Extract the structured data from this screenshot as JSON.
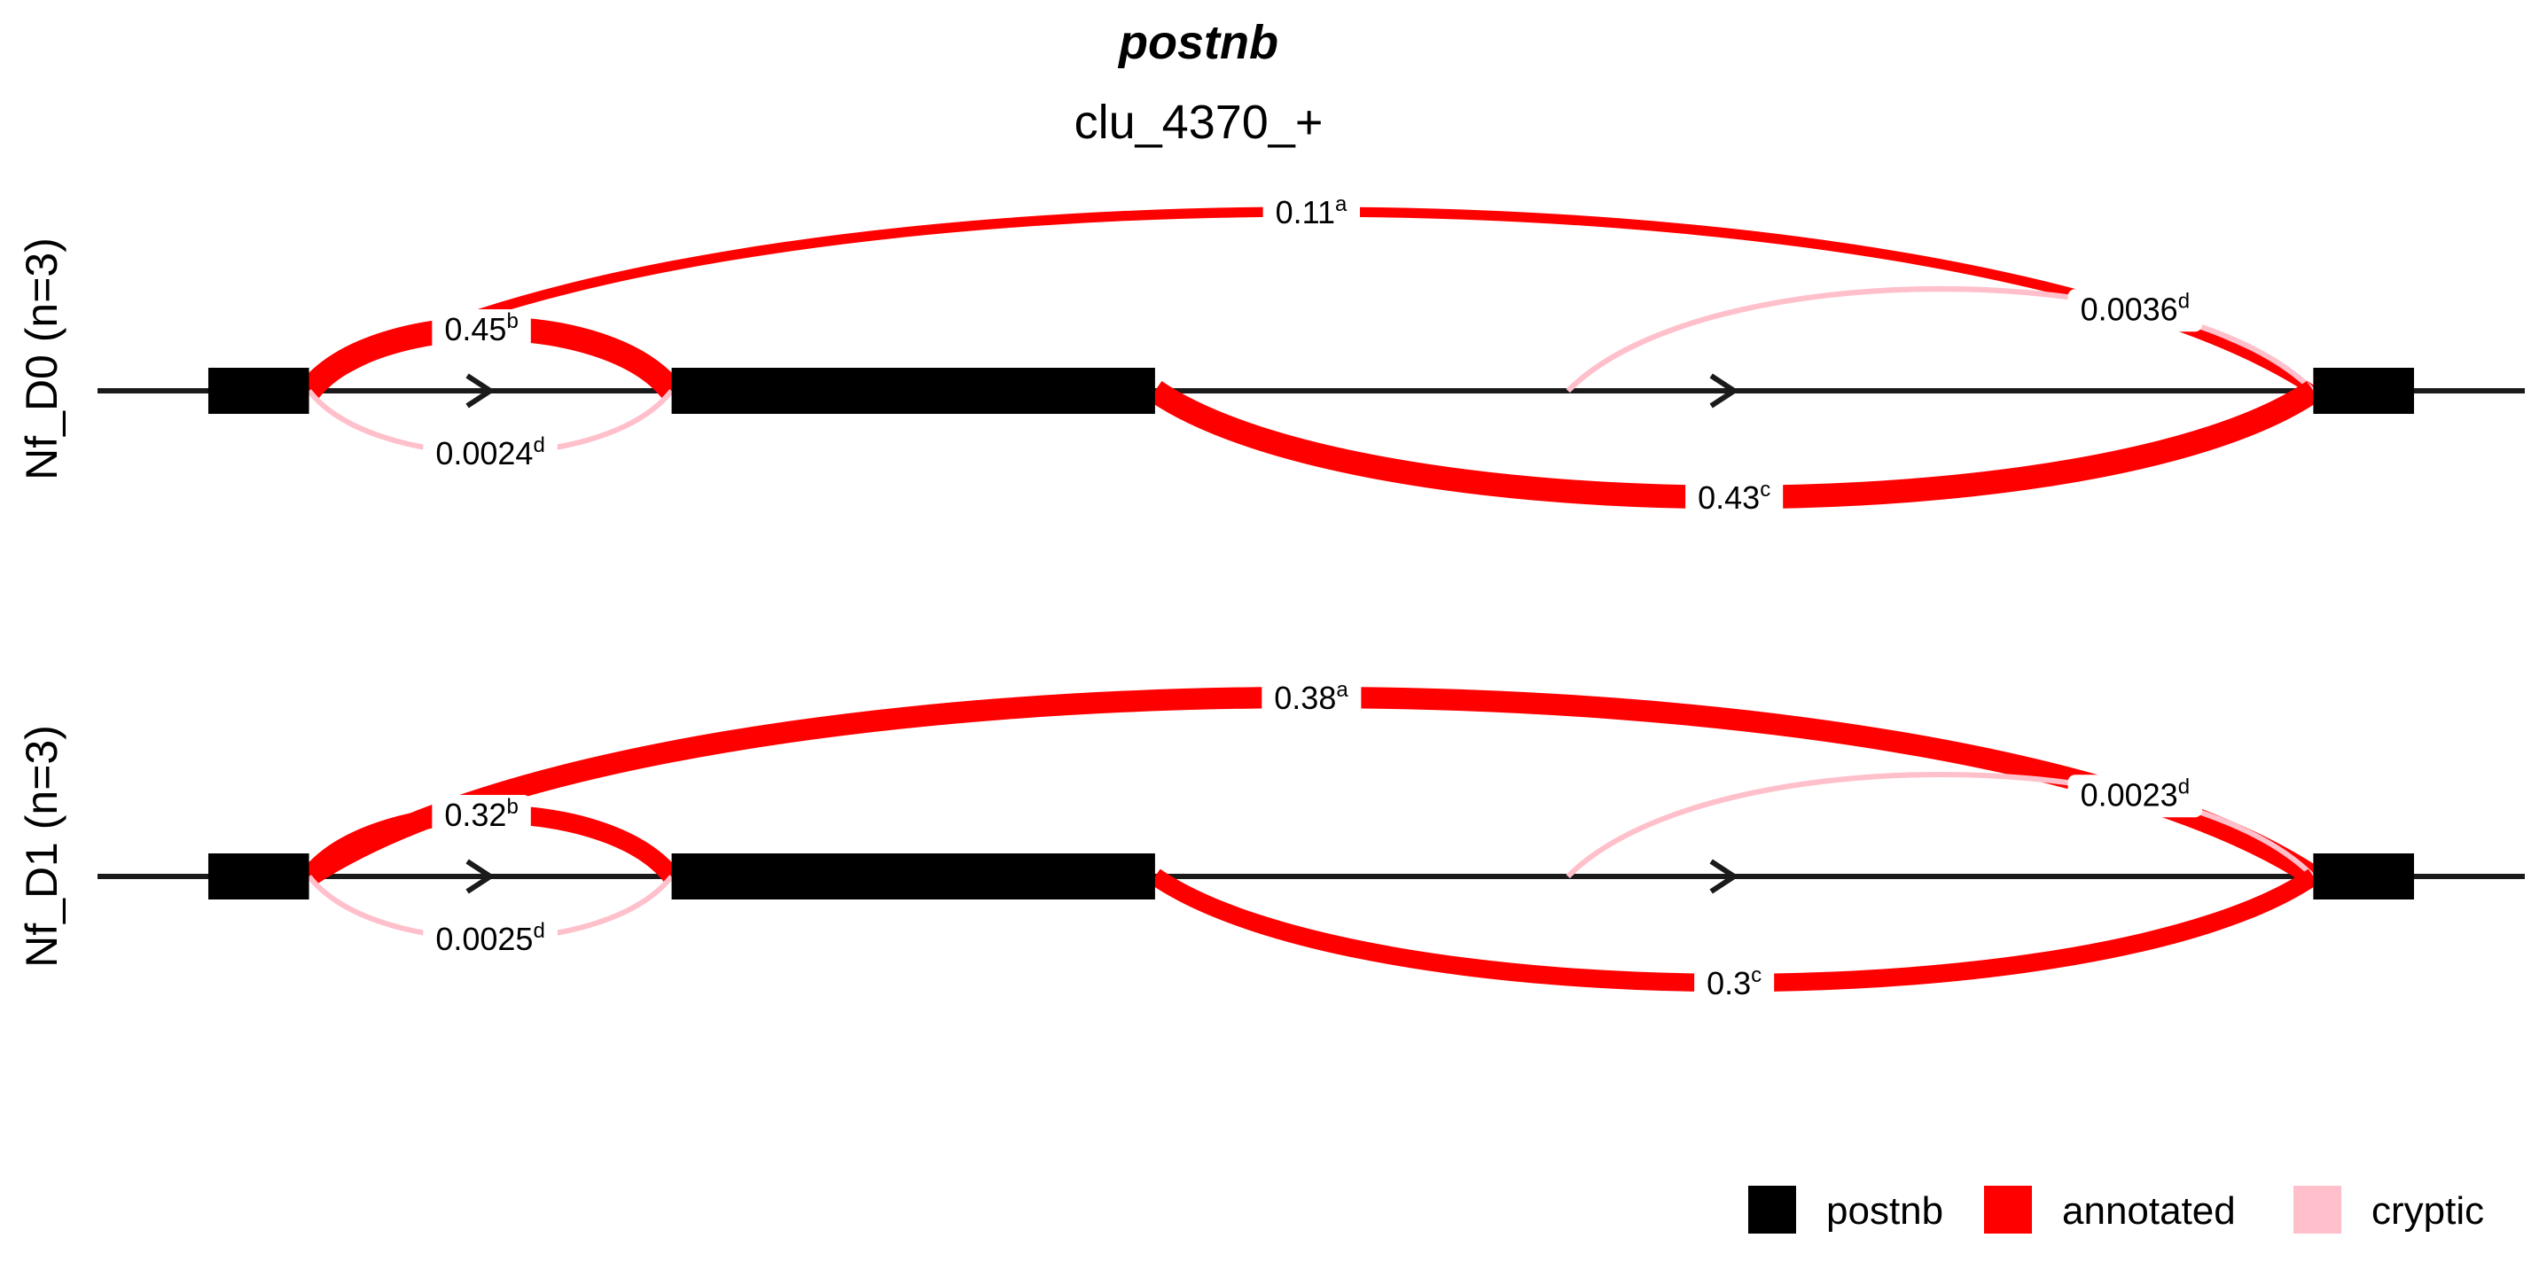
{
  "title": {
    "gene": "postnb",
    "cluster": "clu_4370_+"
  },
  "colors": {
    "exon": "#000000",
    "annotated": "#ff0000",
    "cryptic": "#ffc0cb",
    "intron": "#1a1a1a",
    "label_bg": "#ffffff"
  },
  "exons": [
    {
      "id": "exon-1",
      "start": 0,
      "end": 1
    },
    {
      "id": "exon-2",
      "start": 4.6,
      "end": 9.4
    },
    {
      "id": "exon-3",
      "start": 20.9,
      "end": 21.9
    }
  ],
  "x_domain": [
    -1.1,
    23.0
  ],
  "panels": [
    {
      "label": "Nf_D0 (n=3)",
      "junctions": [
        {
          "id": "j-a",
          "from": 1,
          "to": 20.9,
          "side": "top",
          "type": "annotated",
          "value": "0.11",
          "superscript": "a",
          "fraction": 0.11
        },
        {
          "id": "j-b",
          "from": 1,
          "to": 4.6,
          "side": "top",
          "type": "annotated",
          "value": "0.45",
          "superscript": "b",
          "fraction": 0.45
        },
        {
          "id": "j-d1",
          "from": 1,
          "to": 4.6,
          "side": "bottom",
          "type": "cryptic",
          "value": "0.0024",
          "superscript": "d",
          "fraction": 0.0024
        },
        {
          "id": "j-d2",
          "from": 13.5,
          "to": 20.9,
          "side": "top",
          "type": "cryptic",
          "value": "0.0036",
          "superscript": "d",
          "fraction": 0.0036
        },
        {
          "id": "j-c",
          "from": 9.4,
          "to": 20.9,
          "side": "bottom",
          "type": "annotated",
          "value": "0.43",
          "superscript": "c",
          "fraction": 0.43
        }
      ]
    },
    {
      "label": "Nf_D1 (n=3)",
      "junctions": [
        {
          "id": "j-a",
          "from": 1,
          "to": 20.9,
          "side": "top",
          "type": "annotated",
          "value": "0.38",
          "superscript": "a",
          "fraction": 0.38
        },
        {
          "id": "j-b",
          "from": 1,
          "to": 4.6,
          "side": "top",
          "type": "annotated",
          "value": "0.32",
          "superscript": "b",
          "fraction": 0.32
        },
        {
          "id": "j-d1",
          "from": 1,
          "to": 4.6,
          "side": "bottom",
          "type": "cryptic",
          "value": "0.0025",
          "superscript": "d",
          "fraction": 0.0025
        },
        {
          "id": "j-d2",
          "from": 13.5,
          "to": 20.9,
          "side": "top",
          "type": "cryptic",
          "value": "0.0023",
          "superscript": "d",
          "fraction": 0.0023
        },
        {
          "id": "j-c",
          "from": 9.4,
          "to": 20.9,
          "side": "bottom",
          "type": "annotated",
          "value": "0.3",
          "superscript": "c",
          "fraction": 0.3
        }
      ]
    }
  ],
  "legend": [
    {
      "label": "postnb",
      "color": "#000000"
    },
    {
      "label": "annotated",
      "color": "#ff0000"
    },
    {
      "label": "cryptic",
      "color": "#ffc0cb"
    }
  ]
}
